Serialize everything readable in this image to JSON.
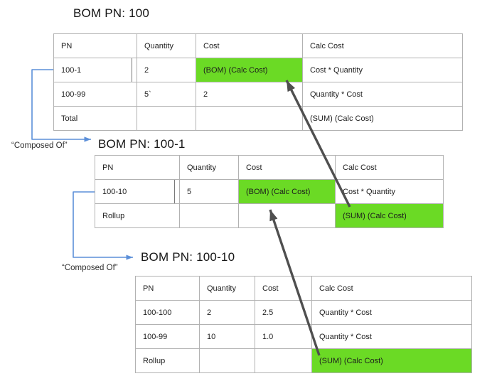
{
  "diagram": {
    "colors": {
      "highlight_green": "#6bda25",
      "connector_blue": "#5b8fd9",
      "arrow_gray": "#4f4f4f",
      "table_border_gray": "#b2b2b2"
    },
    "tables": [
      {
        "title": "BOM PN: 100",
        "headers": [
          "PN",
          "Quantity",
          "Cost",
          "Calc Cost"
        ],
        "rows": [
          [
            "100-1",
            "2",
            "(BOM) (Calc Cost)",
            "Cost * Quantity"
          ],
          [
            "100-99",
            "5`",
            "2",
            "Quantity * Cost"
          ],
          [
            "Total",
            "",
            "",
            "(SUM) (Calc Cost)"
          ]
        ]
      },
      {
        "title": "BOM PN: 100-1",
        "headers": [
          "PN",
          "Quantity",
          "Cost",
          "Calc Cost"
        ],
        "rows": [
          [
            "100-10",
            "5",
            "(BOM) (Calc Cost)",
            "Cost * Quantity"
          ],
          [
            "Rollup",
            "",
            "",
            "(SUM) (Calc Cost)"
          ]
        ]
      },
      {
        "title": "BOM PN: 100-10",
        "headers": [
          "PN",
          "Quantity",
          "Cost",
          "Calc Cost"
        ],
        "rows": [
          [
            "100-100",
            "2",
            "2.5",
            "Quantity * Cost"
          ],
          [
            "100-99",
            "10",
            "1.0",
            "Quantity * Cost"
          ],
          [
            "Rollup",
            "",
            "",
            "(SUM) (Calc Cost)"
          ]
        ]
      }
    ],
    "connectors": [
      {
        "label": "“Composed Of”"
      },
      {
        "label": "“Composed Of”"
      }
    ]
  }
}
